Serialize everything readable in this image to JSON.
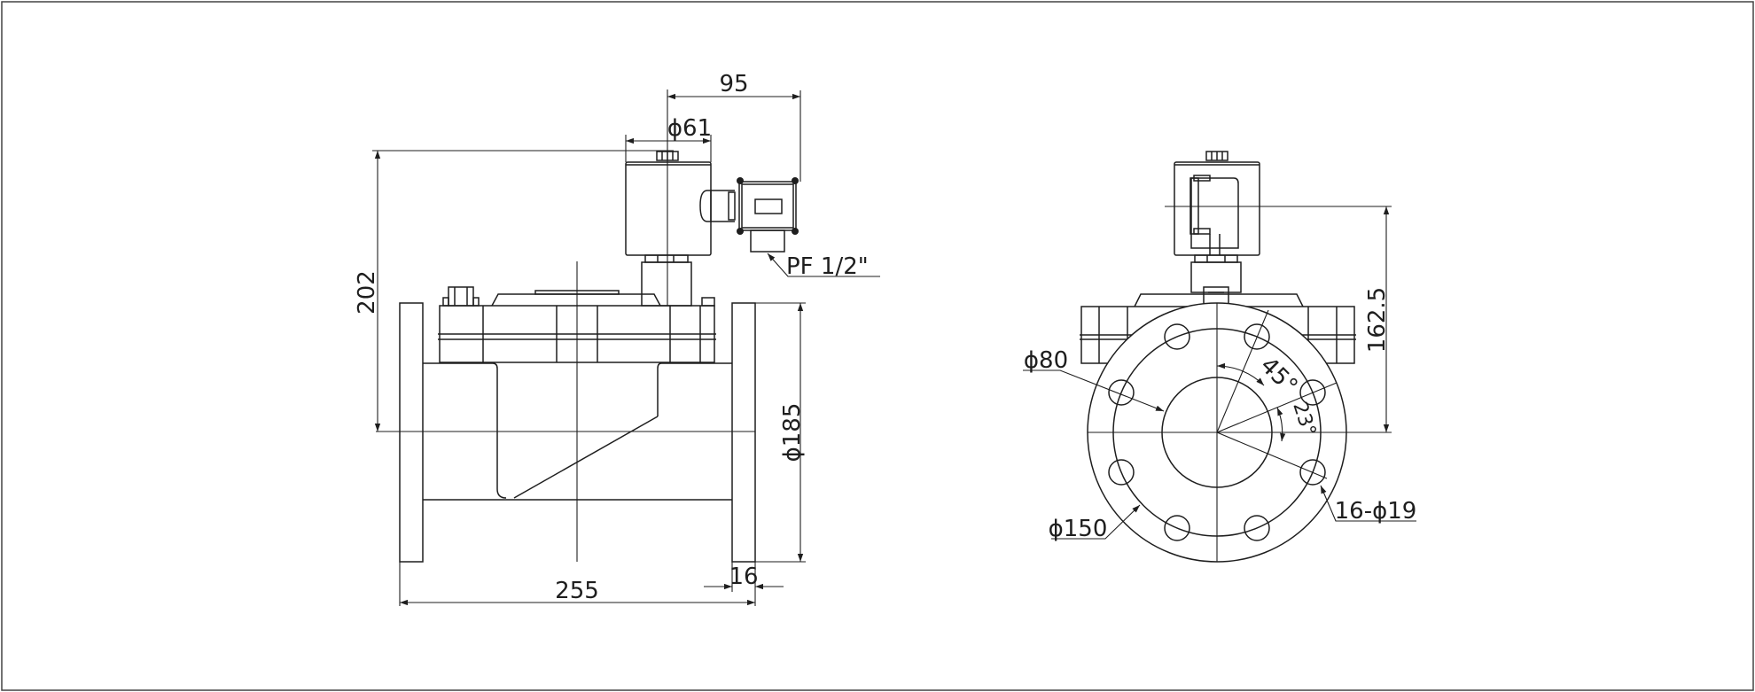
{
  "colors": {
    "line": "#1e1e1e",
    "background": "#ffffff"
  },
  "dimensions": {
    "width_95": "95",
    "coil_dia_61": "ϕ61",
    "height_202": "202",
    "conduit": "PF 1/2\"",
    "flange_dia_185": "ϕ185",
    "length_255": "255",
    "flange_thk_16": "16",
    "height_162_5": "162.5",
    "bore_dia_80": "ϕ80",
    "angle_45": "45°",
    "angle_23": "23°",
    "pcd_150": "ϕ150",
    "holes": "16-ϕ19"
  }
}
